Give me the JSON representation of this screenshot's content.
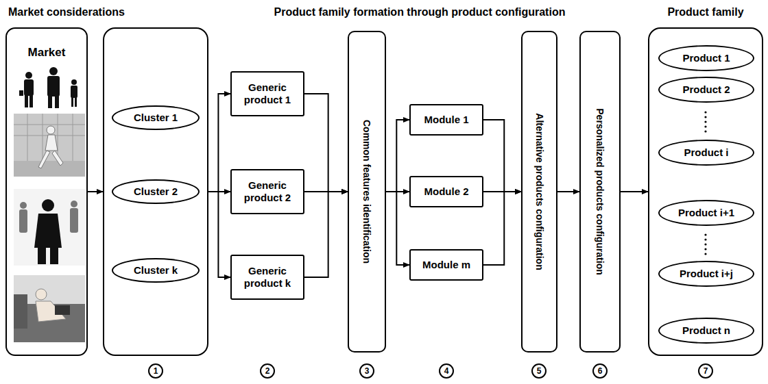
{
  "diagram": {
    "nodes": [
      {
        "text": [
          "Market"
        ]
      },
      {
        "text": []
      },
      {
        "text": [
          "Cluster 1"
        ],
        "in": 1
      },
      {
        "text": [
          "Cluster 2"
        ],
        "in": 1
      },
      {
        "text": [
          "Cluster k"
        ],
        "in": 1
      },
      {
        "text": [
          "Generic product 1"
        ]
      },
      {
        "text": [
          "Generic product 2"
        ]
      },
      {
        "text": [
          "Generic product k"
        ]
      },
      {
        "text": [
          "Common features identification"
        ]
      },
      {
        "text": [
          "Module 1"
        ]
      },
      {
        "text": [
          "Module 2"
        ]
      },
      {
        "text": [
          "Module m"
        ]
      },
      {
        "text": [
          "Alternative products configuration"
        ]
      },
      {
        "text": [
          "Personalized products configuration"
        ]
      },
      {
        "text": []
      },
      {
        "text": [
          "Product 1"
        ],
        "in": 14
      },
      {
        "text": [
          "Product 2"
        ],
        "in": 14
      },
      {
        "text": [
          "Product i"
        ],
        "in": 14
      },
      {
        "text": [
          "Product i+1"
        ],
        "in": 14
      },
      {
        "text": [
          "Product i+j"
        ],
        "in": 14
      },
      {
        "text": [
          "Product n"
        ],
        "in": 14
      }
    ],
    "edges": [
      {
        "from": 0,
        "to": 1,
        "arrow": "to"
      },
      {
        "from": 1,
        "to": 5,
        "arrow": "to"
      },
      {
        "from": 1,
        "to": 6,
        "arrow": "to"
      },
      {
        "from": 1,
        "to": 7,
        "arrow": "to"
      },
      {
        "from": 5,
        "to": 8,
        "arrow": "to"
      },
      {
        "from": 6,
        "to": 8,
        "arrow": "to"
      },
      {
        "from": 7,
        "to": 8,
        "arrow": "to"
      },
      {
        "from": 8,
        "to": 9,
        "arrow": "to"
      },
      {
        "from": 8,
        "to": 10,
        "arrow": "to"
      },
      {
        "from": 8,
        "to": 11,
        "arrow": "to"
      },
      {
        "from": 9,
        "to": 12,
        "arrow": "to"
      },
      {
        "from": 10,
        "to": 12,
        "arrow": "to"
      },
      {
        "from": 11,
        "to": 12,
        "arrow": "to"
      },
      {
        "from": 12,
        "to": 13,
        "arrow": "to"
      },
      {
        "from": 13,
        "to": 14,
        "arrow": "to"
      }
    ],
    "labels": [
      "Market considerations",
      "Product family formation through product configuration",
      "Product family",
      "1",
      "2",
      "3",
      "4",
      "5",
      "6",
      "7"
    ]
  }
}
